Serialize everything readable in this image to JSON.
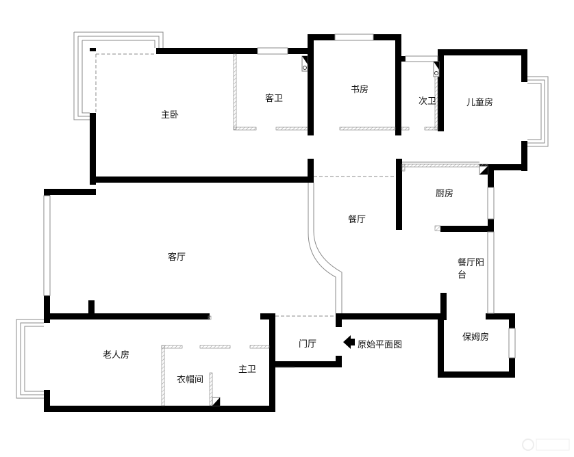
{
  "plan_title": "原始平面图",
  "rooms": {
    "master_bedroom": "主卧",
    "guest_bath": "客卫",
    "study": "书房",
    "second_bath": "次卫",
    "kids_room": "儿童房",
    "kitchen": "厨房",
    "dining": "餐厅",
    "living": "客厅",
    "dining_balcony_1": "餐厅阳",
    "dining_balcony_2": "台",
    "nanny_room": "保姆房",
    "foyer": "门厅",
    "elder_room": "老人房",
    "cloakroom": "衣帽间",
    "master_bath": "主卫"
  },
  "colors": {
    "wall": "#000000",
    "window": "#8a8a8a",
    "background": "#ffffff"
  },
  "icons": {
    "entrance": "entrance-arrow-icon",
    "watermark": "logo-watermark-icon"
  }
}
